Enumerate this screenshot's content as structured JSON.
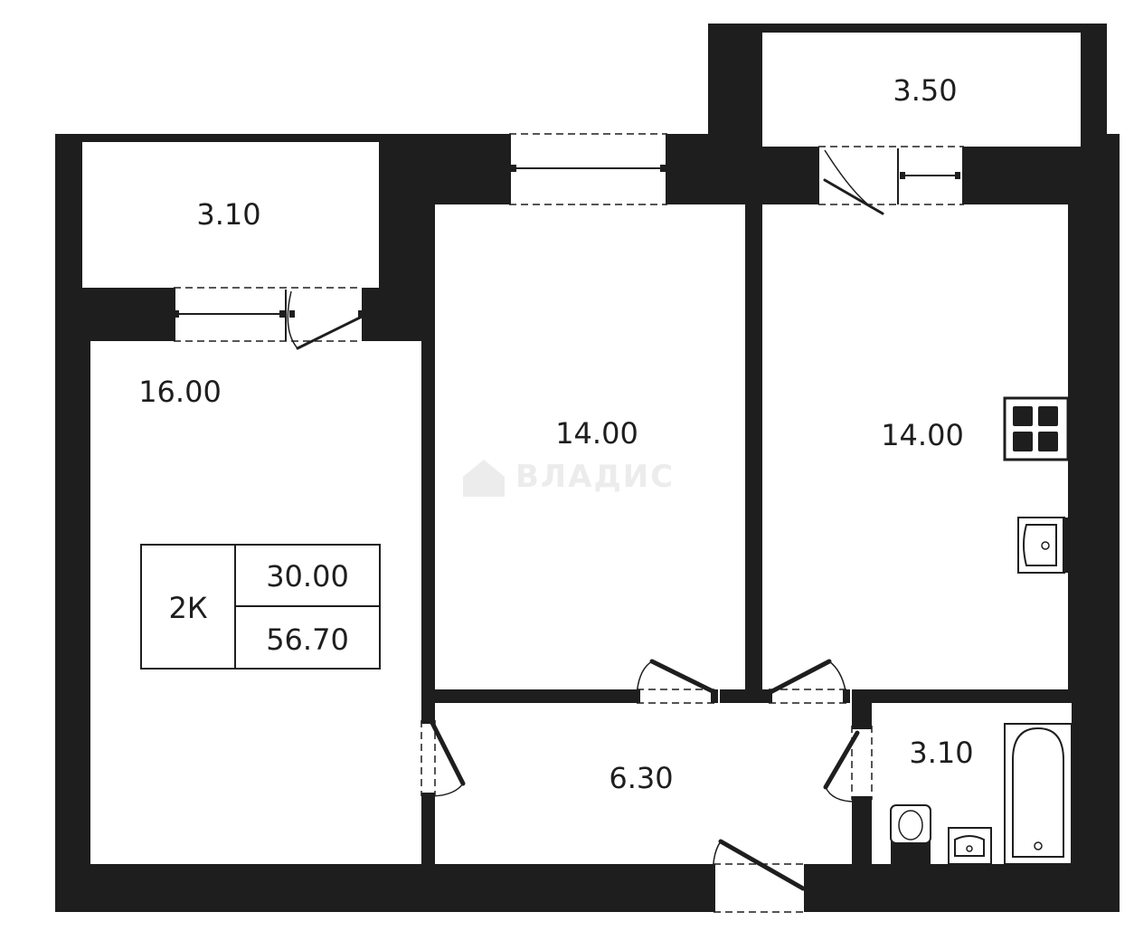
{
  "plan": {
    "rooms": {
      "balcony_left": "3.10",
      "balcony_right": "3.50",
      "living_room": "16.00",
      "bedroom": "14.00",
      "kitchen": "14.00",
      "hallway": "6.30",
      "bathroom": "3.10"
    },
    "badge": {
      "type": "2К",
      "living_area": "30.00",
      "total_area": "56.70"
    },
    "watermark": "ВЛАДИС"
  }
}
